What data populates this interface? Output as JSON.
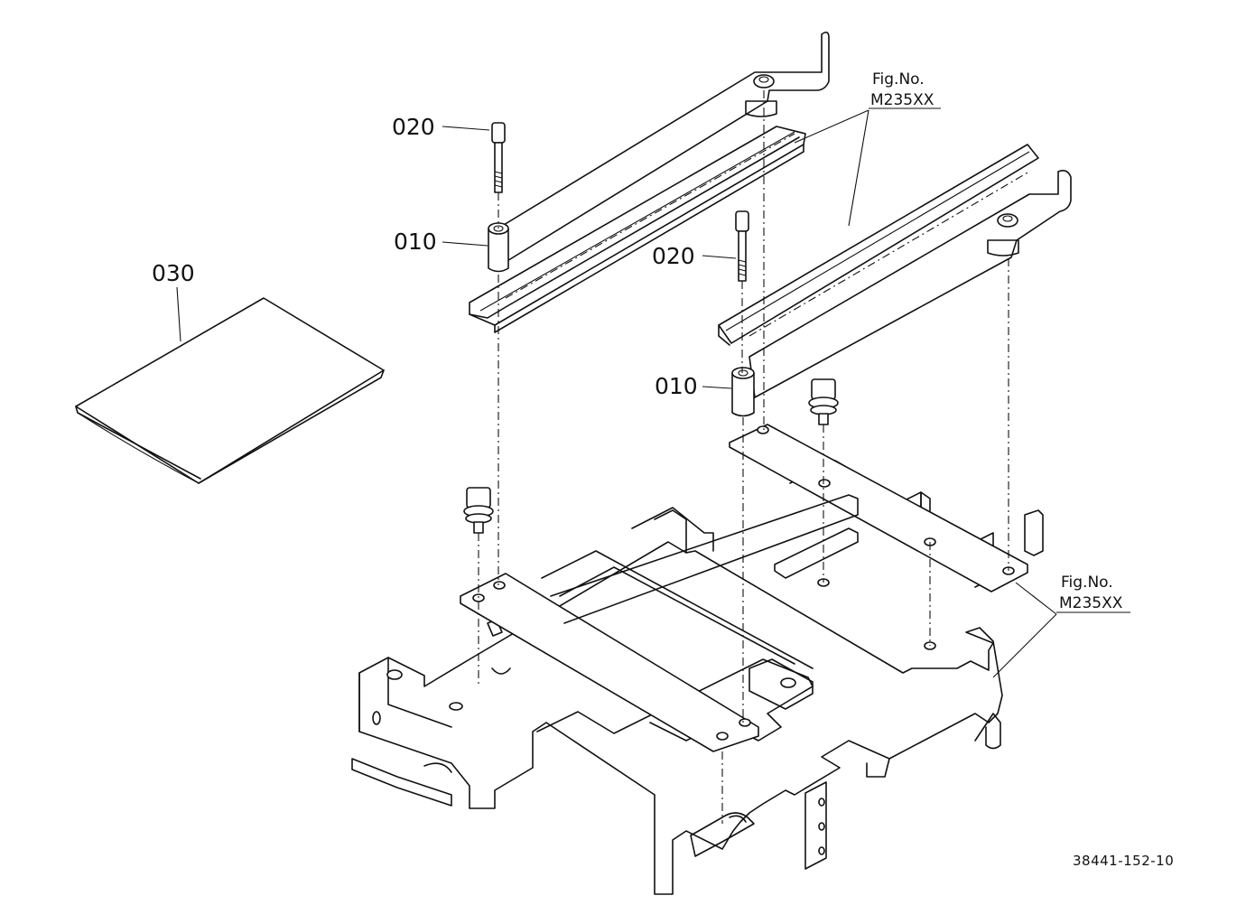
{
  "callouts": {
    "bolt_left": "020",
    "spacer_left": "010",
    "manual": "030",
    "bolt_right": "020",
    "spacer_right": "010"
  },
  "figrefs": {
    "upper_line1": "Fig.No.",
    "upper_line2": "M235XX",
    "lower_line1": "Fig.No.",
    "lower_line2": "M235XX"
  },
  "drawing_code": "38441-152-10"
}
